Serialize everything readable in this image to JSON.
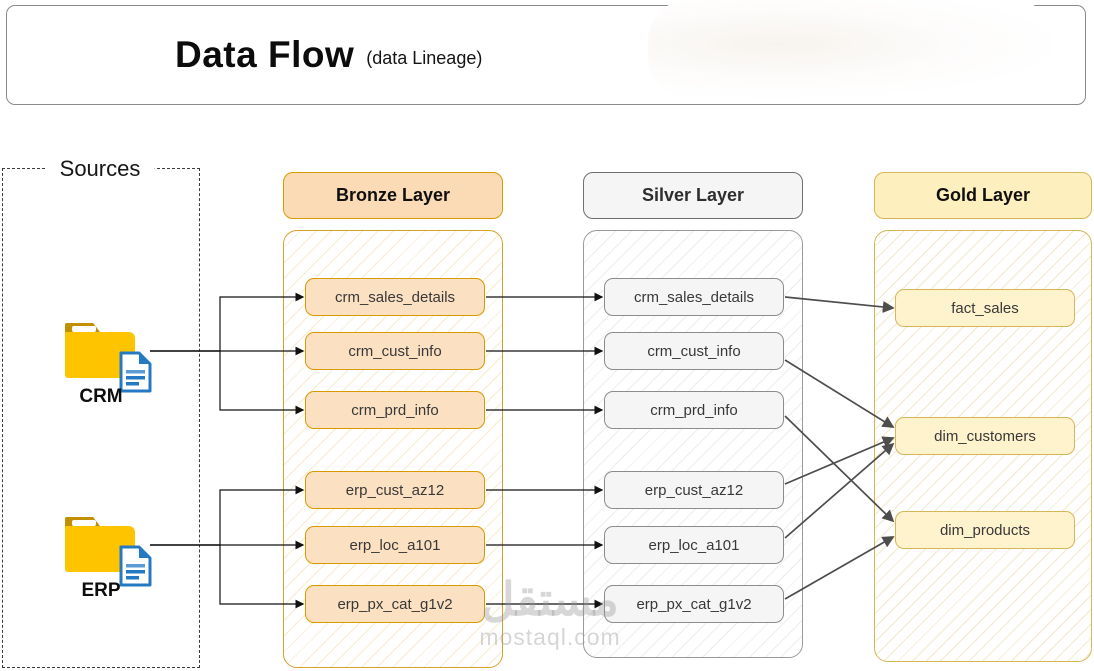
{
  "title": {
    "main": "Data Flow",
    "subtitle": "(data Lineage)"
  },
  "sources": {
    "label": "Sources",
    "items": [
      {
        "id": "CRM",
        "label": "CRM"
      },
      {
        "id": "ERP",
        "label": "ERP"
      }
    ]
  },
  "layers": {
    "bronze": {
      "header": "Bronze Layer",
      "accent": "#D79B00",
      "fill": "#FCE0C2",
      "tables": [
        "crm_sales_details",
        "crm_cust_info",
        "crm_prd_info",
        "erp_cust_az12",
        "erp_loc_a101",
        "erp_px_cat_g1v2"
      ]
    },
    "silver": {
      "header": "Silver Layer",
      "accent": "#8C8C8C",
      "fill": "#F5F5F5",
      "tables": [
        "crm_sales_details",
        "crm_cust_info",
        "crm_prd_info",
        "erp_cust_az12",
        "erp_loc_a101",
        "erp_px_cat_g1v2"
      ]
    },
    "gold": {
      "header": "Gold Layer",
      "accent": "#D6B656",
      "fill": "#FFF3CE",
      "tables": [
        "fact_sales",
        "dim_customers",
        "dim_products"
      ]
    }
  },
  "edges": [
    {
      "from": "source:CRM",
      "to": "bronze:crm_sales_details",
      "route": "orthogonal",
      "style": "thin"
    },
    {
      "from": "source:CRM",
      "to": "bronze:crm_cust_info",
      "route": "orthogonal",
      "style": "thin"
    },
    {
      "from": "source:CRM",
      "to": "bronze:crm_prd_info",
      "route": "orthogonal",
      "style": "thin"
    },
    {
      "from": "source:ERP",
      "to": "bronze:erp_cust_az12",
      "route": "orthogonal",
      "style": "thin"
    },
    {
      "from": "source:ERP",
      "to": "bronze:erp_loc_a101",
      "route": "orthogonal",
      "style": "thin"
    },
    {
      "from": "source:ERP",
      "to": "bronze:erp_px_cat_g1v2",
      "route": "orthogonal",
      "style": "thin"
    },
    {
      "from": "bronze:crm_sales_details",
      "to": "silver:crm_sales_details",
      "route": "straight",
      "style": "thin"
    },
    {
      "from": "bronze:crm_cust_info",
      "to": "silver:crm_cust_info",
      "route": "straight",
      "style": "thin"
    },
    {
      "from": "bronze:crm_prd_info",
      "to": "silver:crm_prd_info",
      "route": "straight",
      "style": "thin"
    },
    {
      "from": "bronze:erp_cust_az12",
      "to": "silver:erp_cust_az12",
      "route": "straight",
      "style": "thin"
    },
    {
      "from": "bronze:erp_loc_a101",
      "to": "silver:erp_loc_a101",
      "route": "straight",
      "style": "thin"
    },
    {
      "from": "bronze:erp_px_cat_g1v2",
      "to": "silver:erp_px_cat_g1v2",
      "route": "straight",
      "style": "thin"
    },
    {
      "from": "silver:crm_sales_details",
      "to": "gold:fact_sales",
      "route": "straight",
      "style": "thick"
    },
    {
      "from": "silver:crm_cust_info",
      "to": "gold:dim_customers",
      "route": "straight",
      "style": "thick"
    },
    {
      "from": "silver:crm_prd_info",
      "to": "gold:dim_products",
      "route": "straight",
      "style": "thick"
    },
    {
      "from": "silver:erp_cust_az12",
      "to": "gold:dim_customers",
      "route": "straight",
      "style": "thick"
    },
    {
      "from": "silver:erp_loc_a101",
      "to": "gold:dim_customers",
      "route": "straight",
      "style": "thick"
    },
    {
      "from": "silver:erp_px_cat_g1v2",
      "to": "gold:dim_products",
      "route": "straight",
      "style": "thick"
    }
  ],
  "watermark": {
    "arabic": "مستقل",
    "domain": "mostaql.com"
  }
}
